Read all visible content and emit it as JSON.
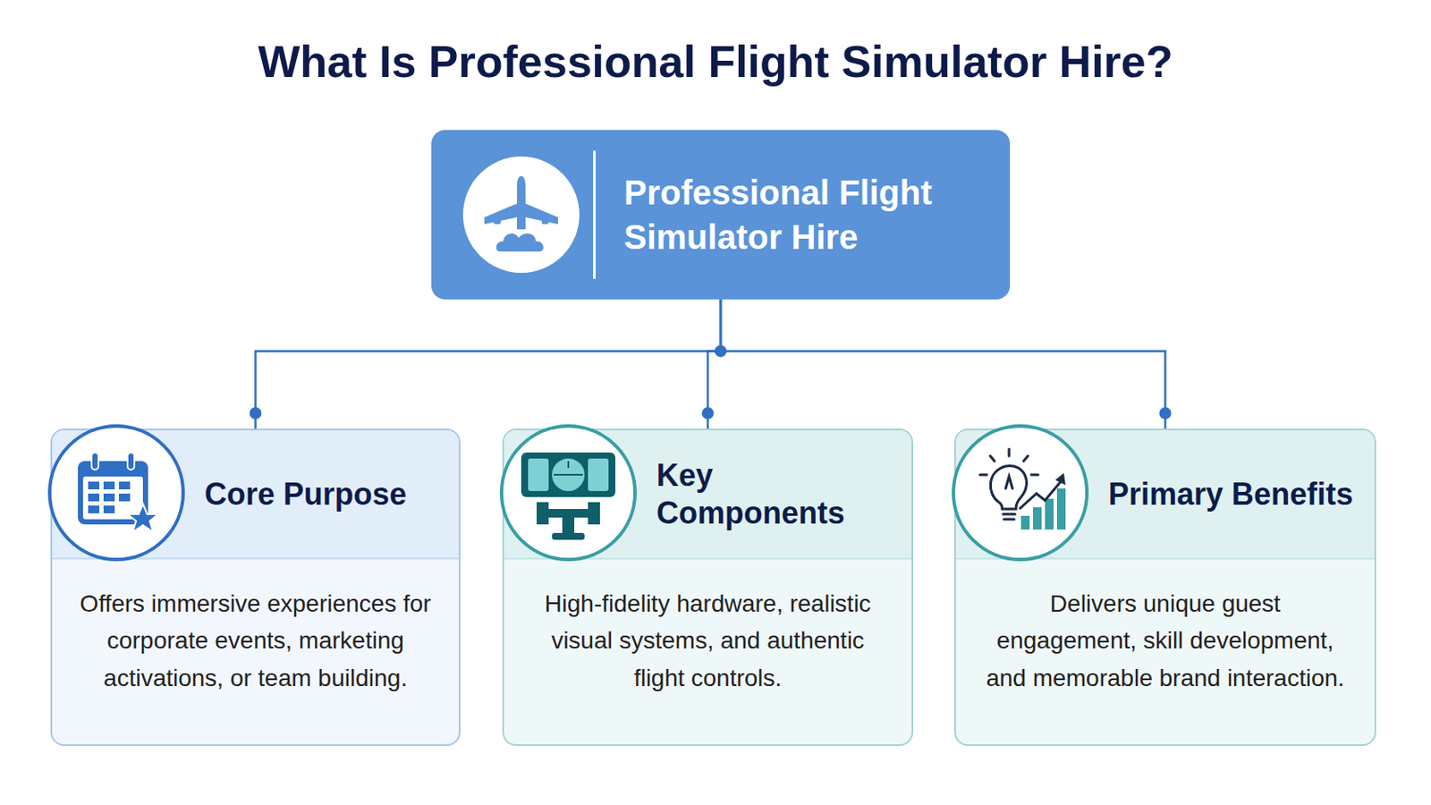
{
  "diagram": {
    "title": "What Is Professional Flight Simulator Hire?",
    "nodes": [
      {
        "text": [
          "Professional Flight Simulator Hire"
        ]
      },
      {
        "text": [
          "Core Purpose",
          "Offers immersive experiences for corporate events, marketing activations, or team building."
        ]
      },
      {
        "text": [
          "Key Components",
          "High-fidelity hardware, realistic visual systems, and authentic flight controls."
        ]
      },
      {
        "text": [
          "Primary Benefits",
          "Delivers unique guest engagement, skill development, and memorable brand interaction."
        ]
      }
    ],
    "edges": [
      {
        "from": 0,
        "to": 1,
        "arrow": "none"
      },
      {
        "from": 0,
        "to": 2,
        "arrow": "none"
      },
      {
        "from": 0,
        "to": 3,
        "arrow": "none"
      }
    ]
  }
}
